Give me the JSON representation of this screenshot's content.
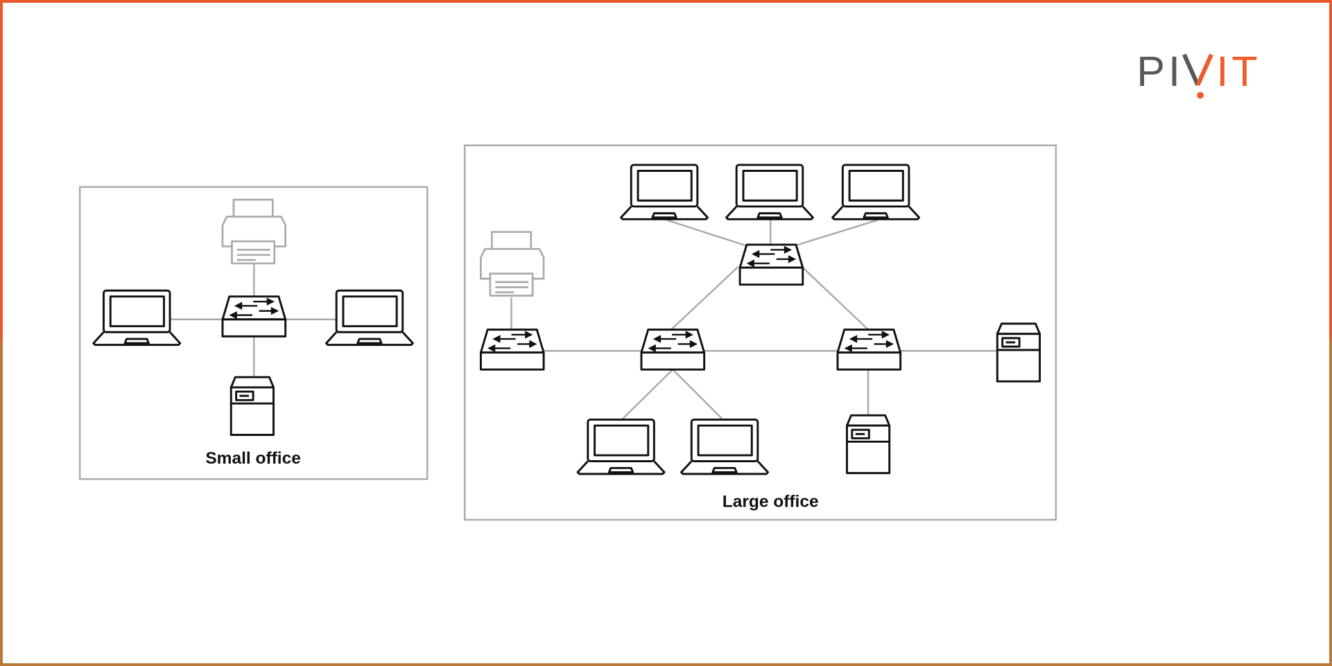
{
  "logo": {
    "text": "PIVIT",
    "part_gray": "PI",
    "part_orange": "IT",
    "colors": {
      "gray": "#58595b",
      "orange": "#f15a29"
    }
  },
  "small_office": {
    "label": "Small office",
    "devices": [
      "printer",
      "switch",
      "laptop",
      "laptop",
      "server"
    ]
  },
  "large_office": {
    "label": "Large office",
    "devices": [
      "laptop",
      "laptop",
      "laptop",
      "switch",
      "printer",
      "switch",
      "switch",
      "switch",
      "server",
      "server",
      "laptop",
      "laptop"
    ]
  },
  "colors": {
    "border_top": "#e9582b",
    "border_bottom": "#b8793a",
    "link": "#aaaaaa",
    "device": "#111111",
    "printer": "#aaaaaa"
  }
}
